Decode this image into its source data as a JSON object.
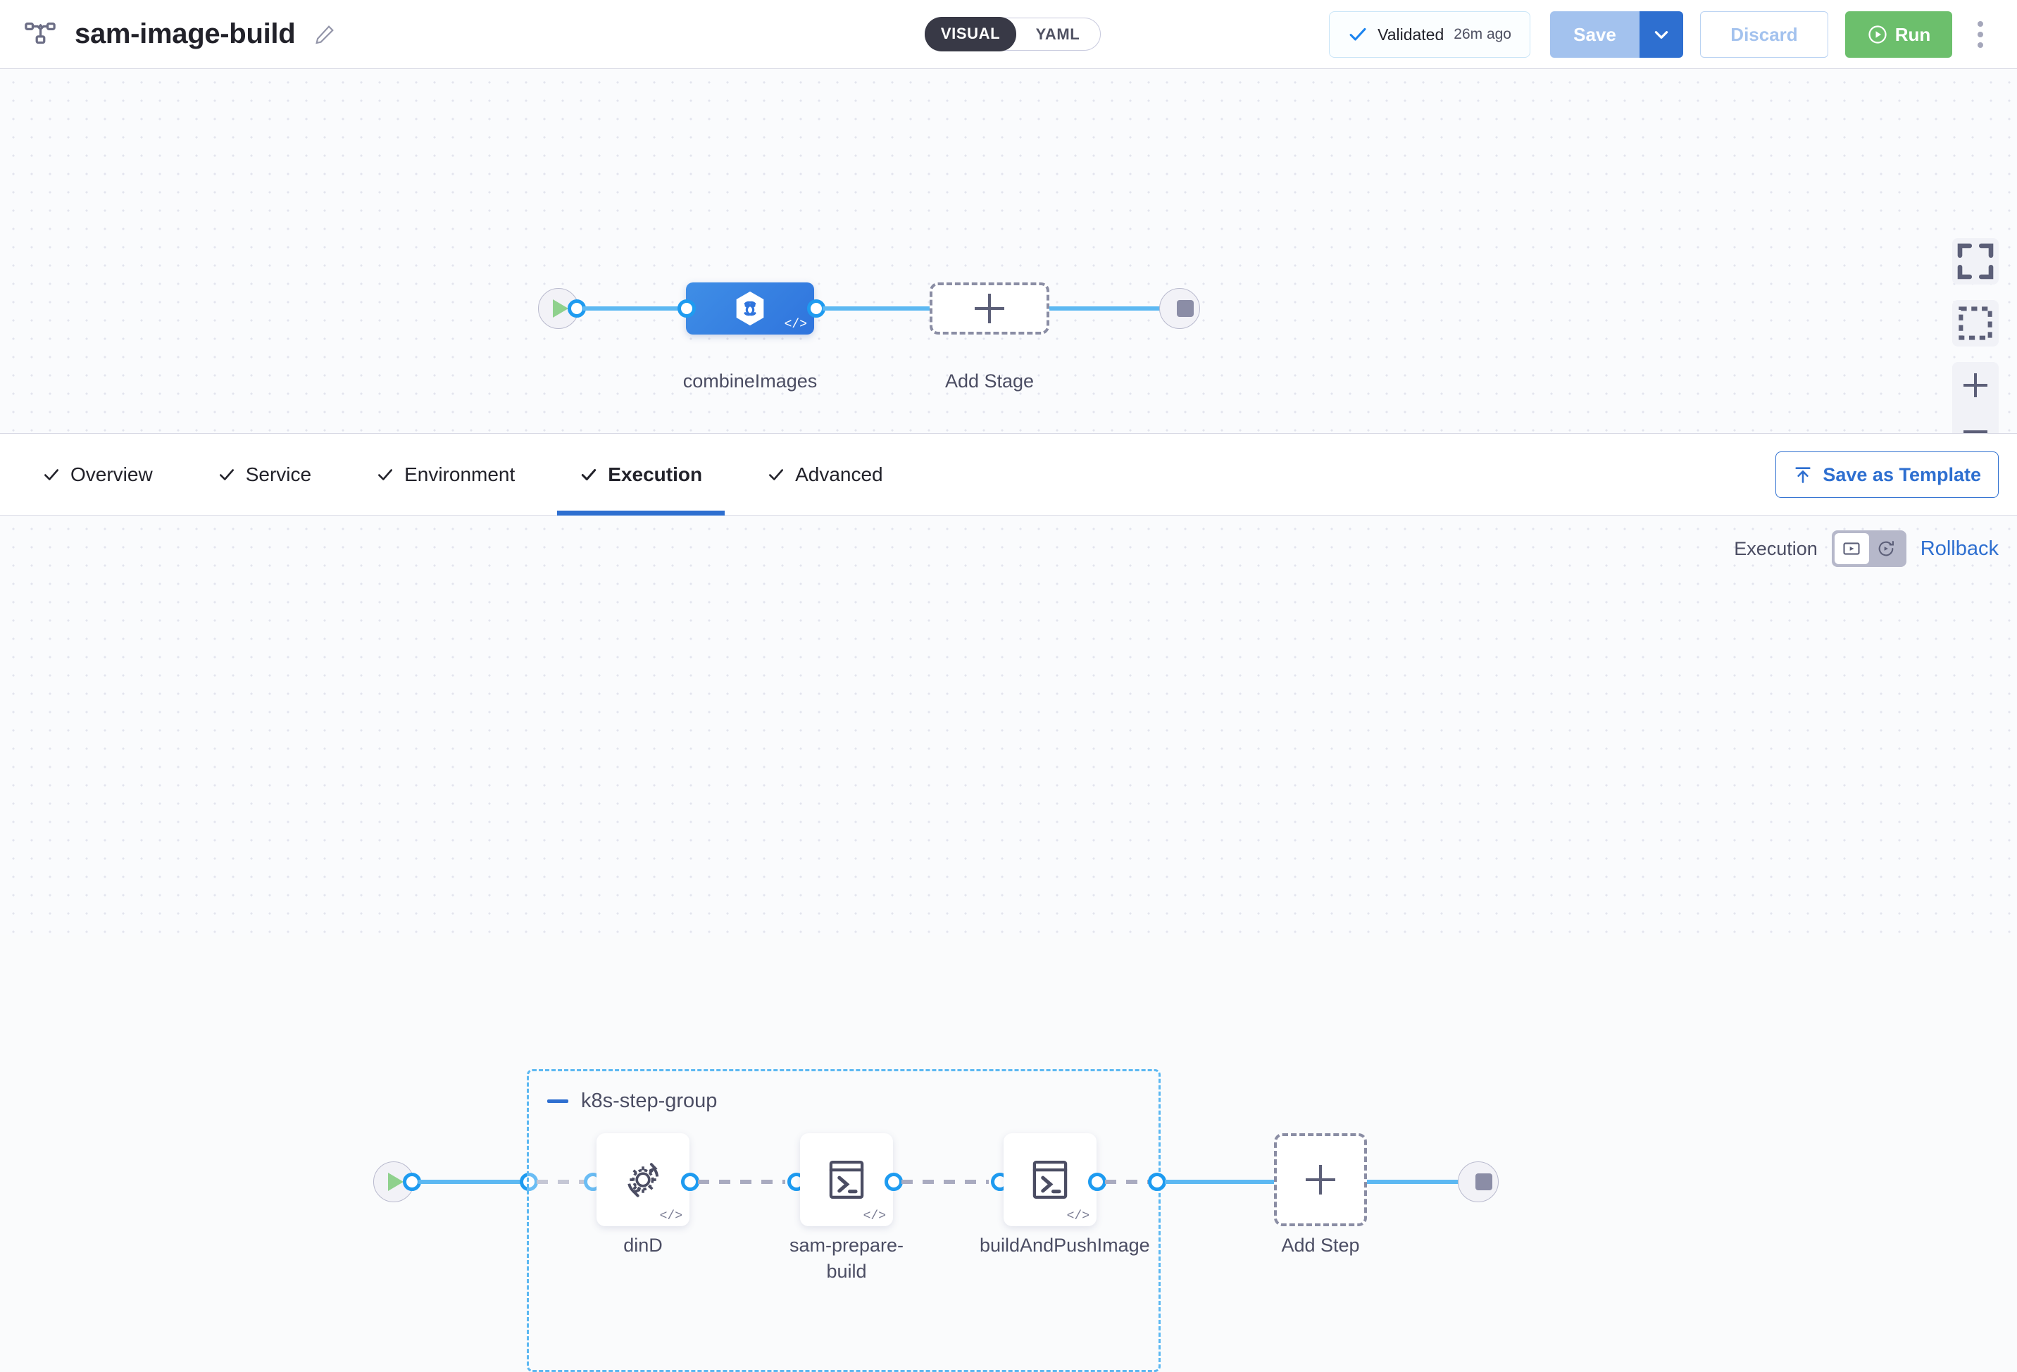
{
  "header": {
    "pipeline_icon": "pipeline-nodes-icon",
    "title": "sam-image-build",
    "edit_icon": "pencil-edit-icon",
    "mode_toggle": {
      "active": "VISUAL",
      "inactive": "YAML"
    },
    "validated": {
      "icon": "check-icon",
      "label": "Validated",
      "time": "26m ago"
    },
    "save_label": "Save",
    "save_caret_icon": "chevron-down-icon",
    "discard_label": "Discard",
    "run_label": "Run",
    "run_icon": "play-circle-icon",
    "menu_icon": "kebab-menu-icon"
  },
  "stage_canvas": {
    "start_icon": "play-icon",
    "end_icon": "stop-icon",
    "stage": {
      "name": "combineImages",
      "icon": "harness-hex-icon",
      "code_badge": "</>"
    },
    "add_stage": {
      "label": "Add Stage",
      "icon": "plus-icon"
    },
    "controls": [
      {
        "name": "fit-to-screen-icon"
      },
      {
        "name": "select-area-icon"
      },
      {
        "name": "zoom-in-icon"
      },
      {
        "name": "zoom-out-icon"
      }
    ]
  },
  "tabs": {
    "items": [
      {
        "label": "Overview",
        "checked": true,
        "active": false
      },
      {
        "label": "Service",
        "checked": true,
        "active": false
      },
      {
        "label": "Environment",
        "checked": true,
        "active": false
      },
      {
        "label": "Execution",
        "checked": true,
        "active": true
      },
      {
        "label": "Advanced",
        "checked": true,
        "active": false
      }
    ],
    "save_as_template": {
      "label": "Save as Template",
      "icon": "upload-template-icon"
    }
  },
  "execution_bar": {
    "label": "Execution",
    "toggle": [
      {
        "name": "execution-view-icon",
        "selected": true
      },
      {
        "name": "rollback-view-icon",
        "selected": false
      }
    ],
    "rollback_label": "Rollback"
  },
  "step_canvas": {
    "start_icon": "play-icon",
    "end_icon": "stop-icon",
    "group": {
      "title": "k8s-step-group",
      "collapse_icon": "minus-icon",
      "steps": [
        {
          "name": "dinD",
          "icon": "gear-rotate-icon",
          "code_badge": "</>"
        },
        {
          "name": "sam-prepare-build",
          "icon": "terminal-icon",
          "code_badge": "</>"
        },
        {
          "name": "buildAndPushImage",
          "icon": "terminal-icon",
          "code_badge": "</>"
        }
      ]
    },
    "add_step": {
      "label": "Add Step",
      "icon": "plus-icon"
    }
  },
  "colors": {
    "accent_blue": "#2e6fd0",
    "link_blue": "#5cb8f2",
    "run_green": "#6cbf6c",
    "stage_blue": "#3f8ee6",
    "text_dark": "#22222a",
    "text_muted": "#4b4d63"
  }
}
